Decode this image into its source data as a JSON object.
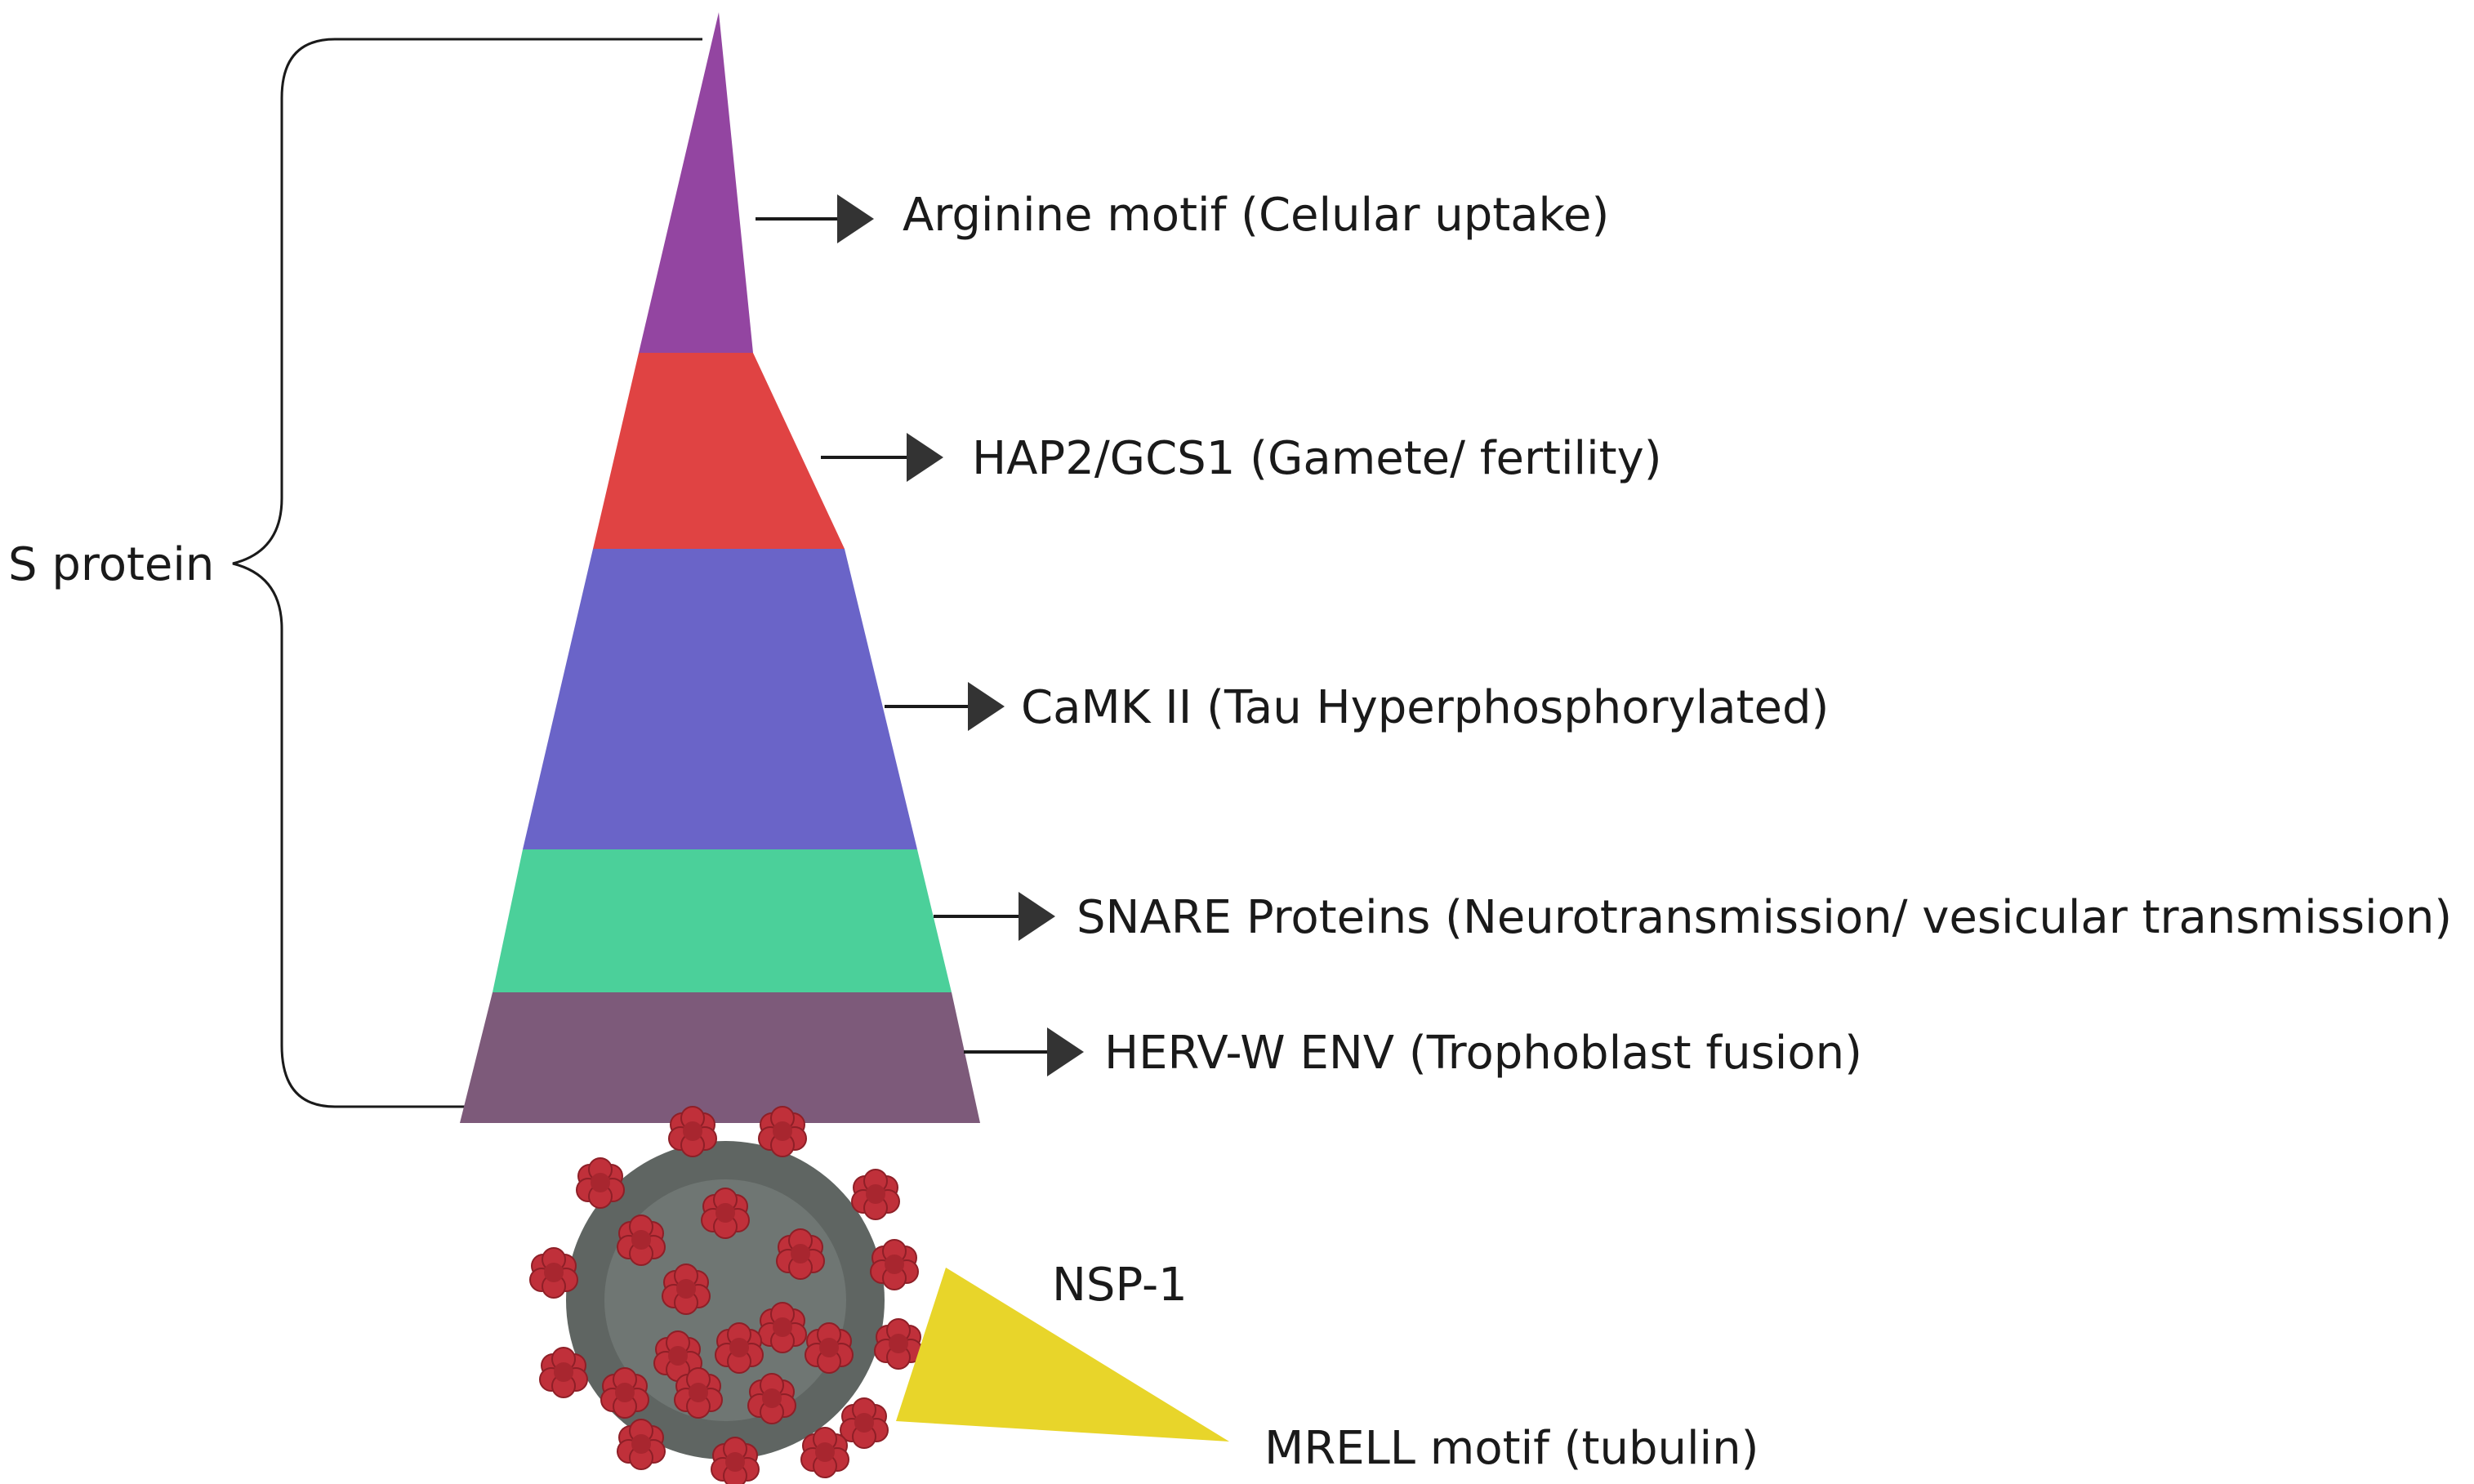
{
  "brace_label": "S protein",
  "segments": [
    {
      "label": "Arginine motif (Celular uptake)",
      "color": "#9345a1"
    },
    {
      "label": "HAP2/GCS1 (Gamete/ fertility)",
      "color": "#e04343"
    },
    {
      "label": "CaMK II (Tau Hyperphosphorylated)",
      "color": "#6a64c8"
    },
    {
      "label": "SNARE Proteins (Neurotransmission/ vesicular transmission)",
      "color": "#4bd09a"
    },
    {
      "label": "HERV-W ENV (Trophoblast fusion)",
      "color": "#7d5a7a"
    }
  ],
  "nsp1": {
    "label": "NSP-1",
    "color": "#e8d52a"
  },
  "mrell": {
    "label": "MRELL motif (tubulin)"
  },
  "virus": {
    "body_color": "#5f6562",
    "core_color": "#6f7673",
    "spike_color": "#c0303a"
  }
}
